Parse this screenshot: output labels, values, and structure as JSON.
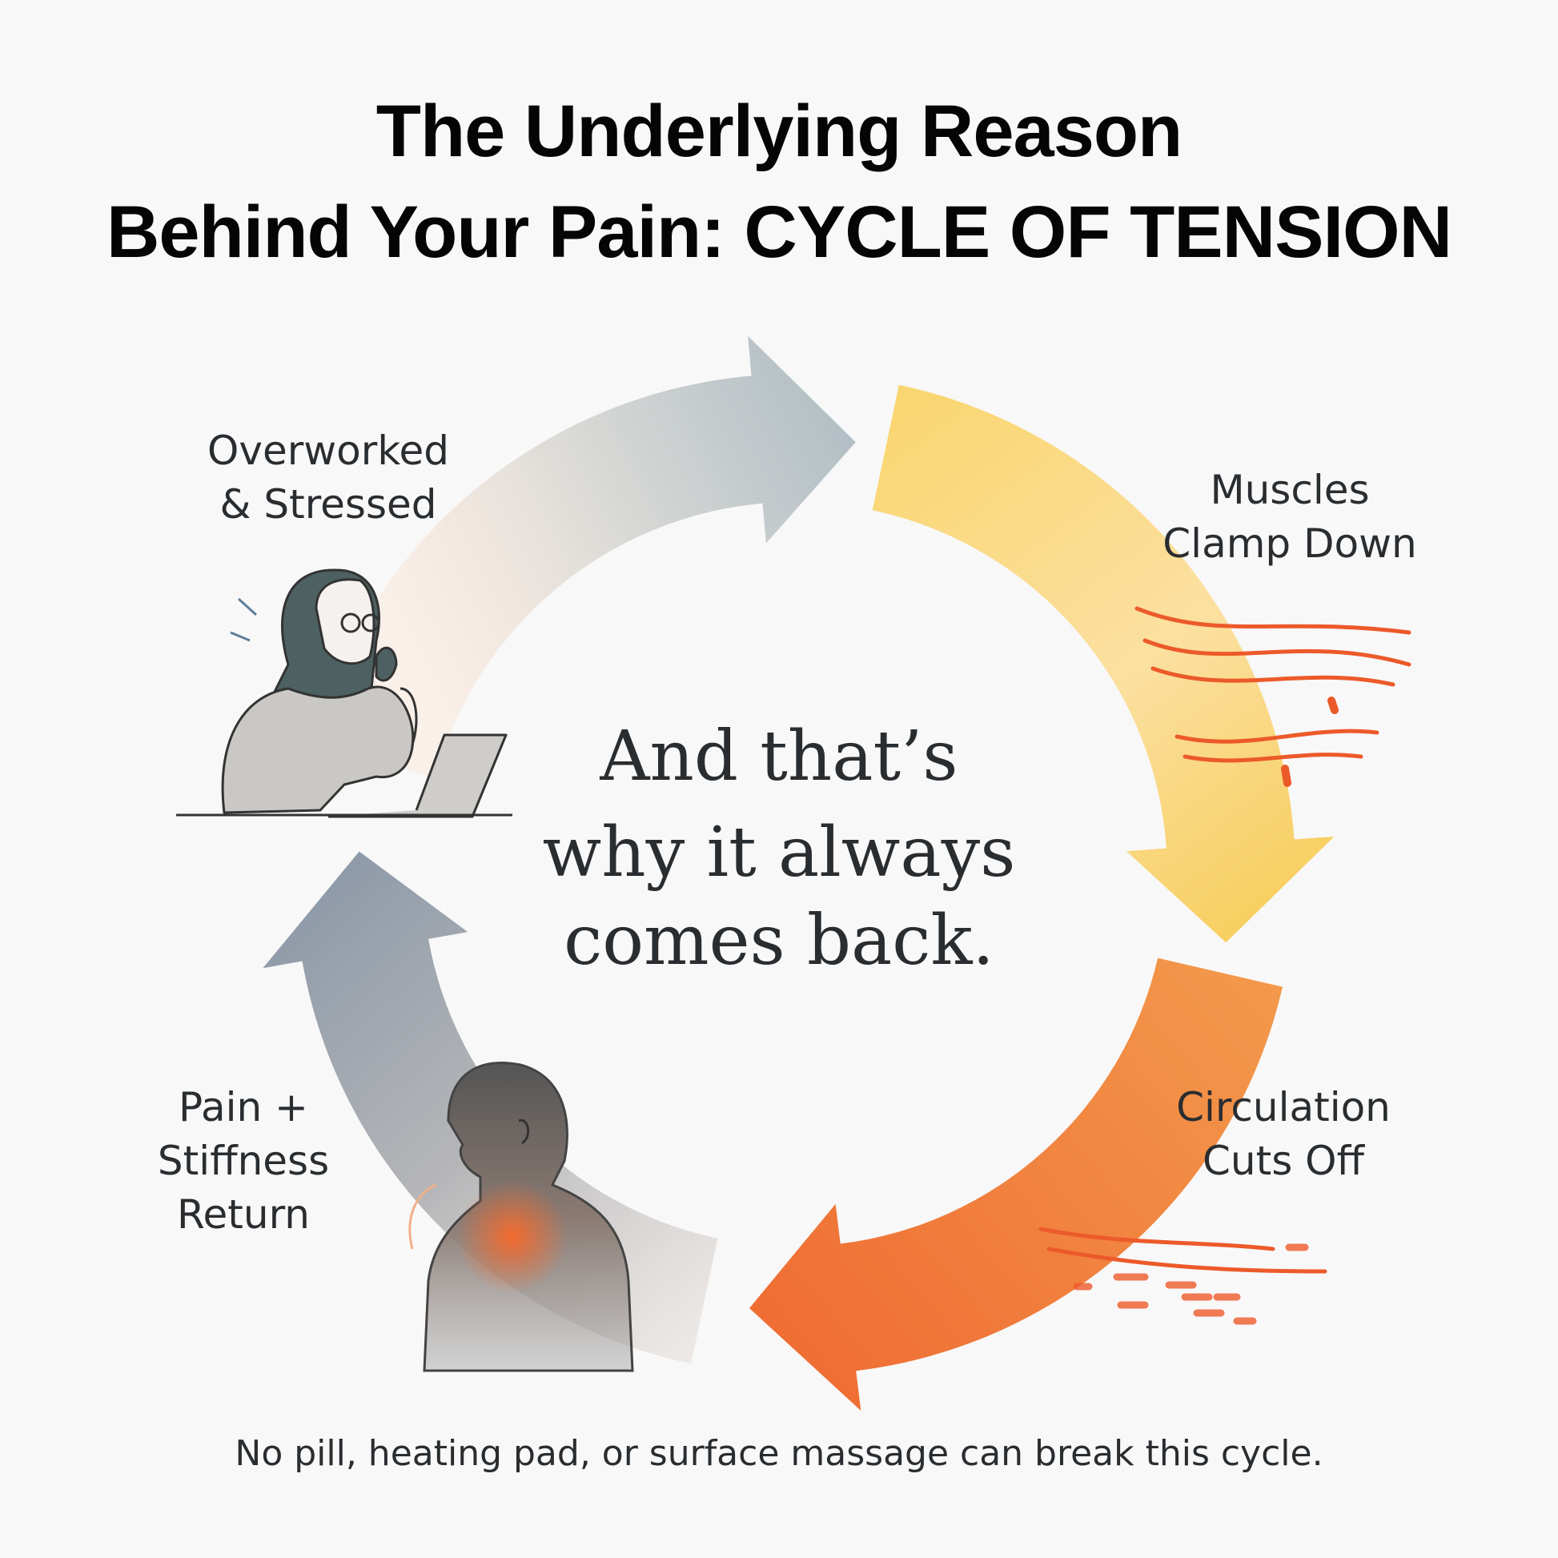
{
  "title": {
    "line1": "The Underlying Reason",
    "line2": "Behind Your Pain: CYCLE OF TENSION"
  },
  "cycle": {
    "steps": [
      {
        "lines": [
          "Overworked",
          "& Stressed"
        ],
        "color": "#b9c3c8"
      },
      {
        "lines": [
          "Muscles",
          "Clamp Down"
        ],
        "color": "#f7cf63"
      },
      {
        "lines": [
          "Circulation",
          "Cuts Off"
        ],
        "color": "#f07a3a"
      },
      {
        "lines": [
          "Pain +",
          "Stiffness",
          "Return"
        ],
        "color": "#8e9aa6"
      }
    ]
  },
  "center_text": {
    "line1": "And that’s",
    "line2": "why it always",
    "line3": "comes back."
  },
  "footer": "No pill, heating pad, or surface massage can break this cycle."
}
